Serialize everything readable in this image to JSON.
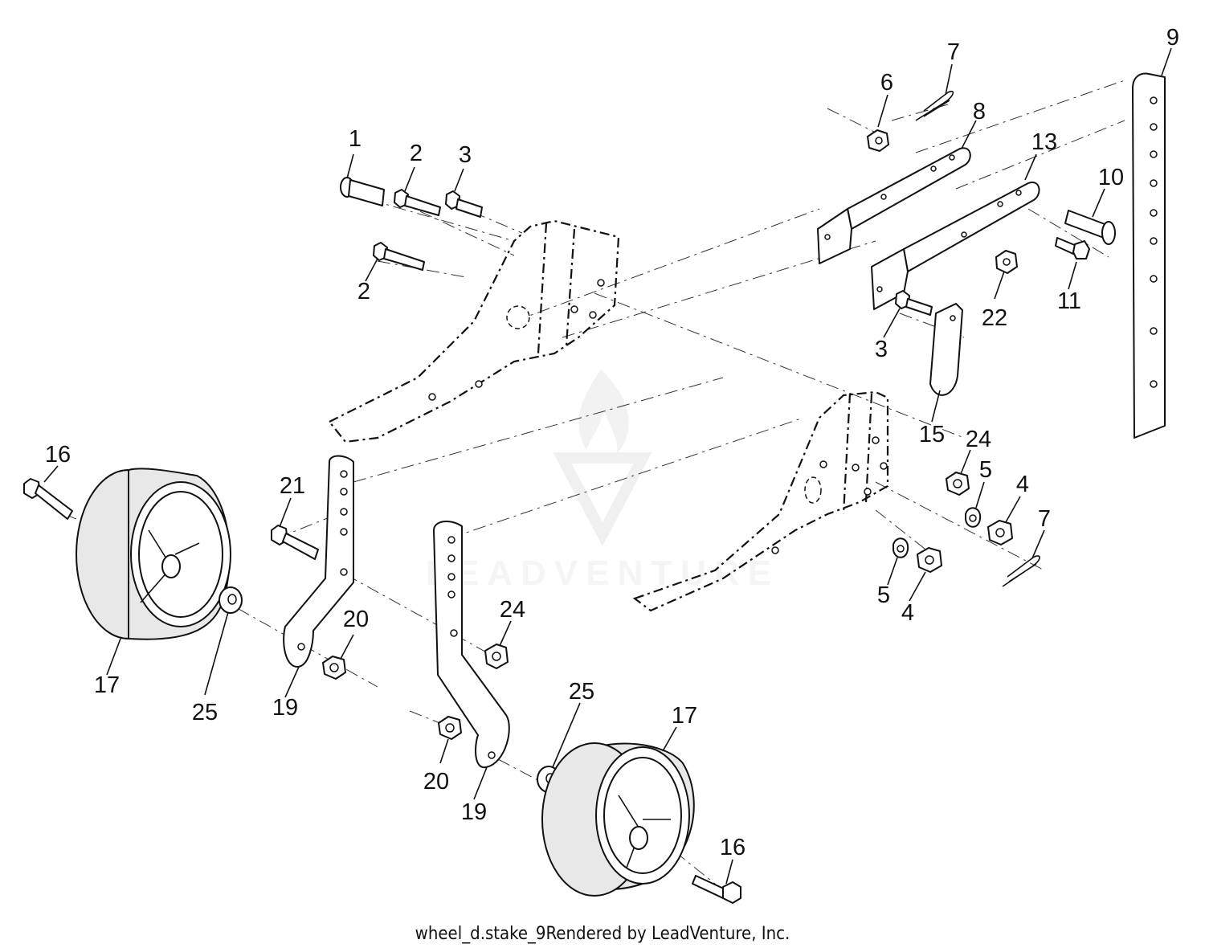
{
  "diagram": {
    "callouts": [
      {
        "id": "c1",
        "text": "1"
      },
      {
        "id": "c2a",
        "text": "2"
      },
      {
        "id": "c2b",
        "text": "2"
      },
      {
        "id": "c3a",
        "text": "3"
      },
      {
        "id": "c3b",
        "text": "3"
      },
      {
        "id": "c4a",
        "text": "4"
      },
      {
        "id": "c4b",
        "text": "4"
      },
      {
        "id": "c5a",
        "text": "5"
      },
      {
        "id": "c5b",
        "text": "5"
      },
      {
        "id": "c6",
        "text": "6"
      },
      {
        "id": "c7a",
        "text": "7"
      },
      {
        "id": "c7b",
        "text": "7"
      },
      {
        "id": "c8",
        "text": "8"
      },
      {
        "id": "c9",
        "text": "9"
      },
      {
        "id": "c10",
        "text": "10"
      },
      {
        "id": "c11",
        "text": "11"
      },
      {
        "id": "c13",
        "text": "13"
      },
      {
        "id": "c15",
        "text": "15"
      },
      {
        "id": "c16a",
        "text": "16"
      },
      {
        "id": "c16b",
        "text": "16"
      },
      {
        "id": "c17a",
        "text": "17"
      },
      {
        "id": "c17b",
        "text": "17"
      },
      {
        "id": "c19a",
        "text": "19"
      },
      {
        "id": "c19b",
        "text": "19"
      },
      {
        "id": "c20a",
        "text": "20"
      },
      {
        "id": "c20b",
        "text": "20"
      },
      {
        "id": "c21",
        "text": "21"
      },
      {
        "id": "c22",
        "text": "22"
      },
      {
        "id": "c24a",
        "text": "24"
      },
      {
        "id": "c24b",
        "text": "24"
      },
      {
        "id": "c25a",
        "text": "25"
      },
      {
        "id": "c25b",
        "text": "25"
      }
    ],
    "watermark": "LEADVENTURE"
  },
  "footer": {
    "diagram_name": "wheel_d.stake_9",
    "rendered_by": "Rendered by LeadVenture, Inc."
  }
}
